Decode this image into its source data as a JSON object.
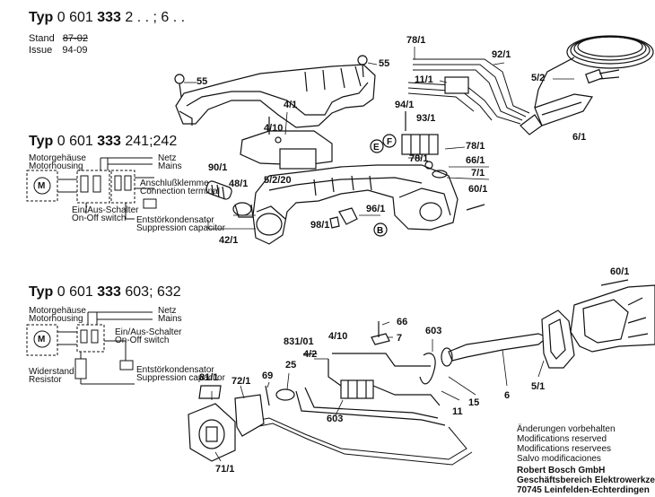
{
  "header": {
    "typ_label": "Typ",
    "model_prefix": "0 601",
    "model_bold": "333",
    "model_suffix": "2 . . ; 6 . .",
    "stand_label": "Stand",
    "stand_value": "87-02",
    "issue_label": "Issue",
    "issue_value": "94-09"
  },
  "section2": {
    "typ_label": "Typ",
    "prefix": "0 601",
    "bold": "333",
    "suffix": "241;242"
  },
  "section3": {
    "typ_label": "Typ",
    "prefix": "0 601",
    "bold": "333",
    "suffix": "603; 632"
  },
  "wiring1": {
    "motor_de": "Motorgehäuse",
    "motor_en": "Motorhousing",
    "netz": "Netz",
    "mains": "Mains",
    "term_de": "Anschlußklemme",
    "term_en": "Connection terminal",
    "switch_de": "Ein/Aus-Schalter",
    "switch_en": "On-Off switch",
    "cap_de": "Entstörkondensator",
    "cap_en": "Suppression capacitor",
    "m": "M"
  },
  "wiring2": {
    "motor_de": "Motorgehäuse",
    "motor_en": "Motorhousing",
    "netz": "Netz",
    "mains": "Mains",
    "switch_de": "Ein/Aus-Schalter",
    "switch_en": "On-Off switch",
    "res_de": "Widerstand",
    "res_en": "Resistor",
    "cap_de": "Entstörkondensator",
    "cap_en": "Suppression capacitor",
    "m": "M"
  },
  "parts_top": [
    "55",
    "55",
    "78/1",
    "92/1",
    "11/1",
    "5/2",
    "4/1",
    "4/10",
    "94/1",
    "93/1",
    "E",
    "F",
    "78/1",
    "78/1",
    "66/1",
    "7/1",
    "60/1",
    "90/1",
    "48/1",
    "5/2/20",
    "96/1",
    "98/1",
    "B",
    "42/1",
    "6/1"
  ],
  "parts_bottom": [
    "60/1",
    "66",
    "7",
    "603",
    "831/01",
    "4/10",
    "4/2",
    "25",
    "69",
    "72/1",
    "81/1",
    "603",
    "11",
    "15",
    "6",
    "5/1",
    "71/1"
  ],
  "footer": {
    "l1": "Änderungen vorbehalten",
    "l2": "Modifications reserved",
    "l3": "Modifications reservees",
    "l4": "Salvo modificaciones",
    "c1": "Robert Bosch GmbH",
    "c2": "Geschäftsbereich Elektrowerkzeuge",
    "c3": "70745 Leinfelden-Echterdingen"
  }
}
